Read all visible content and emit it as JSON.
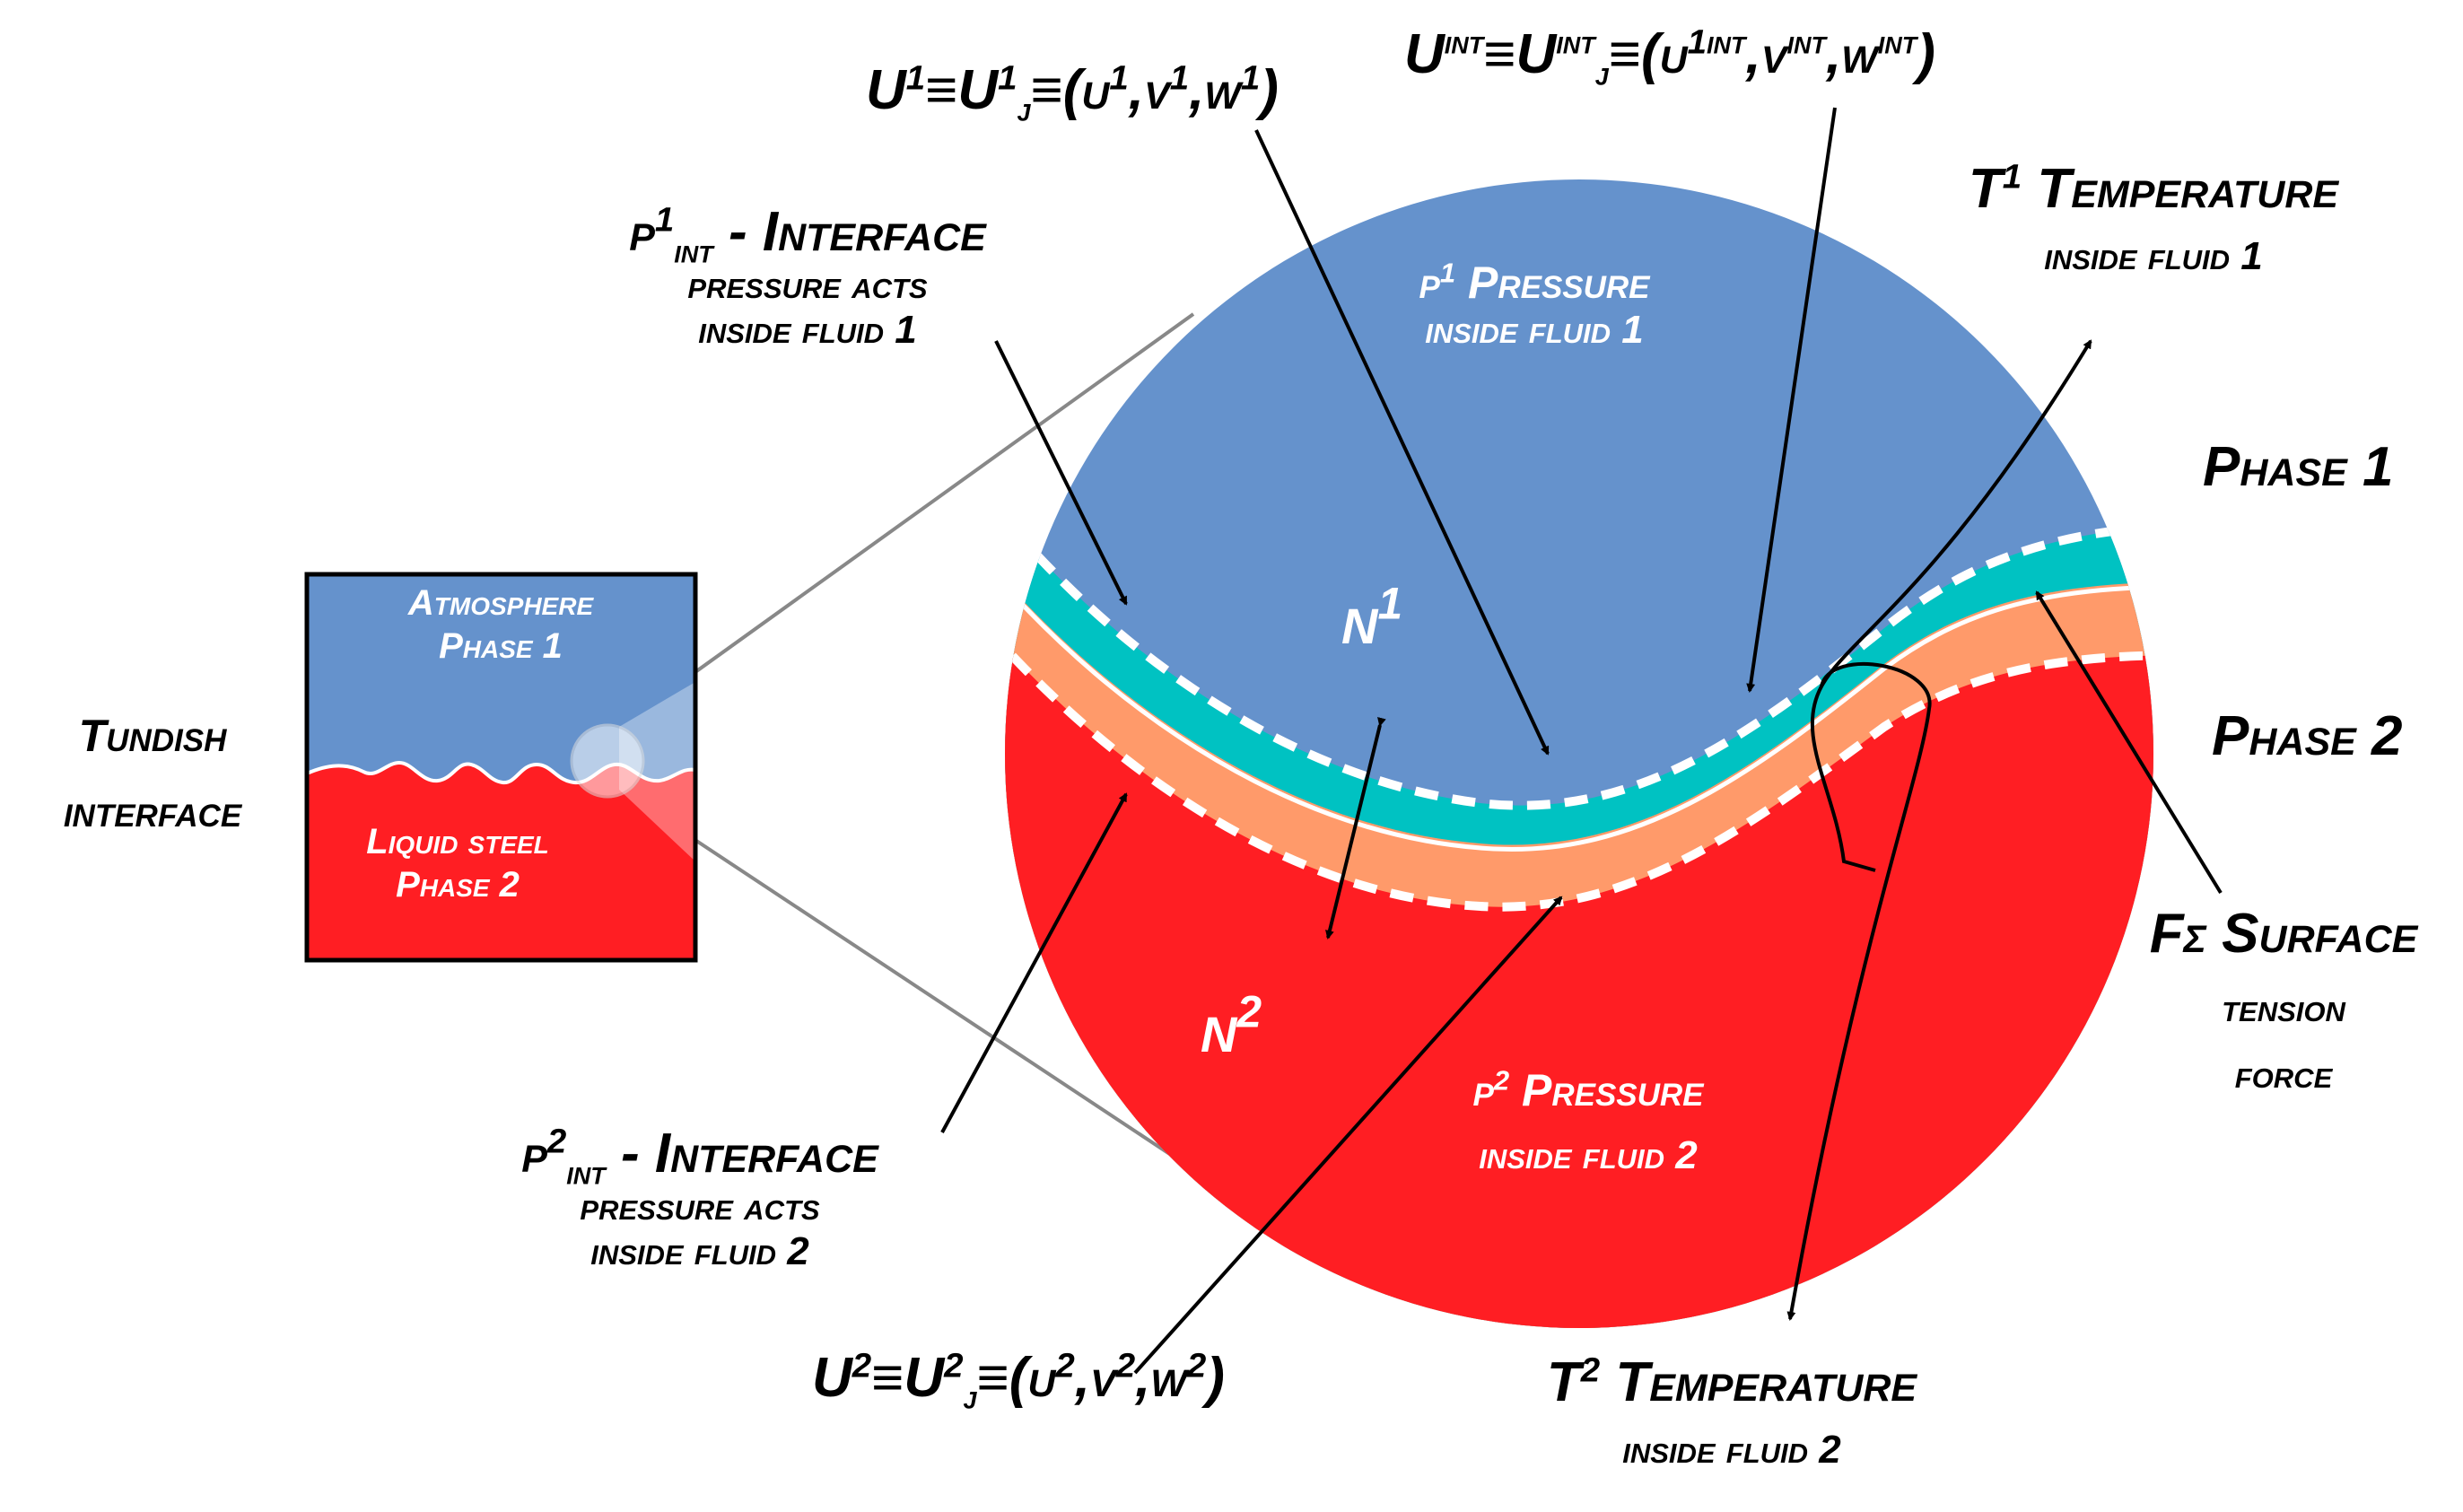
{
  "inset": {
    "title_line1": "Tundish",
    "title_line2": "interface",
    "top_line1": "Atmosphere",
    "top_line2": "Phase 1",
    "bottom_line1": "Liquid steel",
    "bottom_line2": "Phase 2"
  },
  "labels": {
    "u1": {
      "a": "U",
      "b": "1",
      "c": "≡U",
      "d": "1",
      "e": "j",
      "f": "≡(u",
      "g": "1",
      "h": ",v",
      "i": "1",
      "k": ",w",
      "l": "1",
      "m": ")"
    },
    "uint": {
      "a": "U",
      "b": "int",
      "c": "≡U",
      "d": "int",
      "e": "j",
      "f": "≡(u",
      "g": "1int",
      "h": ",v",
      "i": "int",
      "k": ",w",
      "l": "int",
      "m": ")"
    },
    "u2": {
      "a": "U",
      "b": "2",
      "c": "≡U",
      "d": "2",
      "e": "j",
      "f": "≡(u",
      "g": "2",
      "h": ",v",
      "i": "2",
      "k": ",w",
      "l": "2",
      "m": ")"
    },
    "p1int": {
      "p": "p",
      "sup": "1",
      "sub": "int",
      "rest": " - Interface",
      "line2": "pressure acts",
      "line3": "inside fluid 1"
    },
    "p2int": {
      "p": "p",
      "sup": "2",
      "sub": "int",
      "rest": " - Interface",
      "line2": "pressure acts",
      "line3": "inside fluid 2"
    },
    "p1": {
      "p": "p",
      "sup": "1",
      "rest": " Pressure",
      "line2": "inside fluid 1"
    },
    "p2": {
      "p": "p",
      "sup": "2",
      "rest": " Pressure",
      "line2": "inside fluid 2"
    },
    "t1": {
      "t": "T",
      "sup": "1",
      "rest": " Temperature",
      "line2": "inside fluid 1"
    },
    "t2": {
      "t": "T",
      "sup": "2",
      "rest": " Temperature",
      "line2": "inside fluid 2"
    },
    "n1": {
      "n": "n",
      "sup": "1"
    },
    "n2": {
      "n": "n",
      "sup": "2"
    },
    "phase1": "Phase 1",
    "phase2": "Phase 2",
    "fsigma": {
      "line1": "Fσ Surface",
      "line2": "tension",
      "line3": "force"
    }
  },
  "colors": {
    "phase1": "#6592cc",
    "phase2": "#ff1e23",
    "interface_fluid1": "#00c2c2",
    "interface_fluid2": "#ff9a6a",
    "outline": "#000000"
  }
}
